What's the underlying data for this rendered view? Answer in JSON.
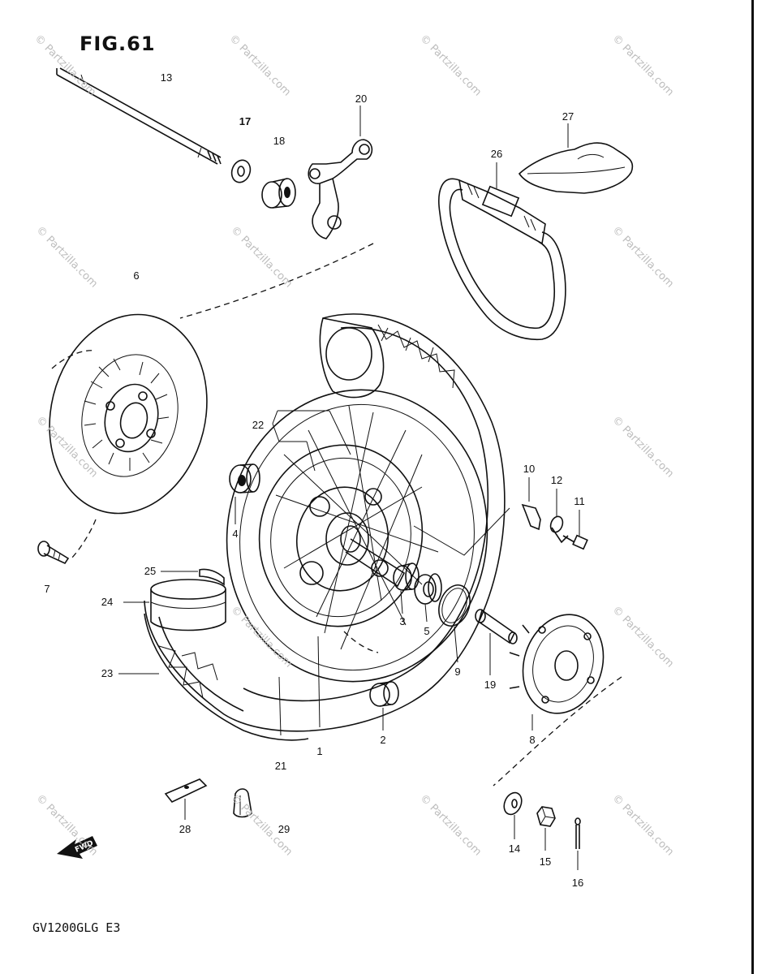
{
  "figure": {
    "title": "FIG.61",
    "model_code": "GV1200GLG E3",
    "fwd_label": "FWD",
    "watermark": "© Partzilla.com"
  },
  "callouts": [
    {
      "id": "1",
      "label": "1"
    },
    {
      "id": "2",
      "label": "2"
    },
    {
      "id": "3",
      "label": "3"
    },
    {
      "id": "4",
      "label": "4"
    },
    {
      "id": "5",
      "label": "5"
    },
    {
      "id": "6",
      "label": "6"
    },
    {
      "id": "7",
      "label": "7"
    },
    {
      "id": "8",
      "label": "8"
    },
    {
      "id": "9",
      "label": "9"
    },
    {
      "id": "10",
      "label": "10"
    },
    {
      "id": "11",
      "label": "11"
    },
    {
      "id": "12",
      "label": "12"
    },
    {
      "id": "13",
      "label": "13"
    },
    {
      "id": "14",
      "label": "14"
    },
    {
      "id": "15",
      "label": "15"
    },
    {
      "id": "16",
      "label": "16"
    },
    {
      "id": "17",
      "label": "17"
    },
    {
      "id": "18",
      "label": "18"
    },
    {
      "id": "19",
      "label": "19"
    },
    {
      "id": "20",
      "label": "20"
    },
    {
      "id": "21",
      "label": "21"
    },
    {
      "id": "22",
      "label": "22"
    },
    {
      "id": "23",
      "label": "23"
    },
    {
      "id": "24",
      "label": "24"
    },
    {
      "id": "25",
      "label": "25"
    },
    {
      "id": "26",
      "label": "26"
    },
    {
      "id": "27",
      "label": "27"
    },
    {
      "id": "28",
      "label": "28"
    },
    {
      "id": "29",
      "label": "29"
    }
  ]
}
